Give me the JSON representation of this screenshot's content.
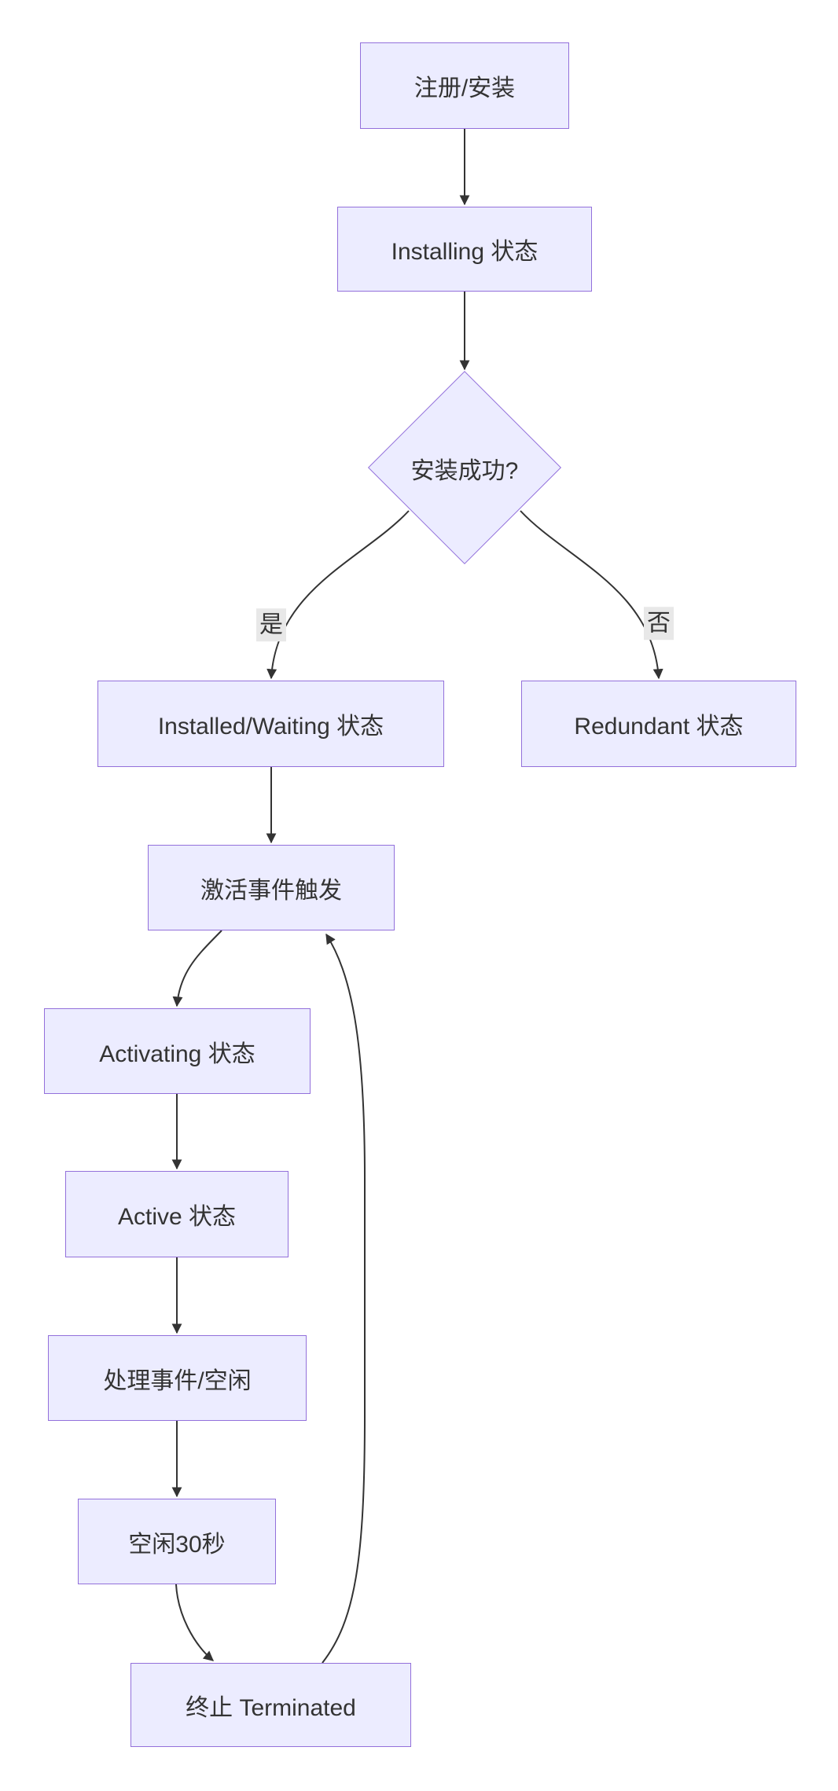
{
  "diagram": {
    "type": "flowchart",
    "direction": "top-down",
    "colors": {
      "node_fill": "#ECECFF",
      "node_border": "#9370DB",
      "edge_line": "#333333",
      "edge_label_bg": "#e8e8e8",
      "text": "#333333",
      "background": "#ffffff"
    },
    "nodes": [
      {
        "id": "register",
        "label": "注册/安装",
        "shape": "rect"
      },
      {
        "id": "installing",
        "label": "Installing 状态",
        "shape": "rect"
      },
      {
        "id": "install-success",
        "label": "安装成功?",
        "shape": "diamond"
      },
      {
        "id": "installed-waiting",
        "label": "Installed/Waiting 状态",
        "shape": "rect"
      },
      {
        "id": "redundant",
        "label": "Redundant 状态",
        "shape": "rect"
      },
      {
        "id": "activation-event",
        "label": "激活事件触发",
        "shape": "rect"
      },
      {
        "id": "activating",
        "label": "Activating 状态",
        "shape": "rect"
      },
      {
        "id": "active",
        "label": "Active 状态",
        "shape": "rect"
      },
      {
        "id": "handle-idle",
        "label": "处理事件/空闲",
        "shape": "rect"
      },
      {
        "id": "idle-30s",
        "label": "空闲30秒",
        "shape": "rect"
      },
      {
        "id": "terminated",
        "label": "终止 Terminated",
        "shape": "rect"
      }
    ],
    "edges": [
      {
        "from": "register",
        "to": "installing",
        "label": ""
      },
      {
        "from": "installing",
        "to": "install-success",
        "label": ""
      },
      {
        "from": "install-success",
        "to": "installed-waiting",
        "label": "是"
      },
      {
        "from": "install-success",
        "to": "redundant",
        "label": "否"
      },
      {
        "from": "installed-waiting",
        "to": "activation-event",
        "label": ""
      },
      {
        "from": "activation-event",
        "to": "activating",
        "label": ""
      },
      {
        "from": "activating",
        "to": "active",
        "label": ""
      },
      {
        "from": "active",
        "to": "handle-idle",
        "label": ""
      },
      {
        "from": "handle-idle",
        "to": "idle-30s",
        "label": ""
      },
      {
        "from": "idle-30s",
        "to": "terminated",
        "label": ""
      },
      {
        "from": "terminated",
        "to": "activation-event",
        "label": ""
      }
    ]
  }
}
